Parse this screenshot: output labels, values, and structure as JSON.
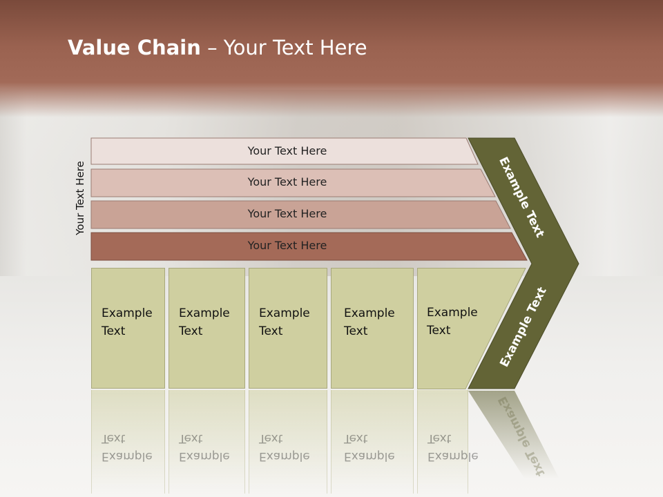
{
  "slide": {
    "title_bold": "Value Chain",
    "title_rest": " – Your Text Here",
    "side_label": "Your Text Here",
    "rows": [
      {
        "label": "Your Text Here",
        "color": "#ece0dc"
      },
      {
        "label": "Your Text Here",
        "color": "#dcbfb6"
      },
      {
        "label": "Your Text Here",
        "color": "#c9a396"
      },
      {
        "label": "Your Text Here",
        "color": "#a46a58"
      }
    ],
    "boxes": [
      {
        "line1": "Example",
        "line2": "Text"
      },
      {
        "line1": "Example",
        "line2": "Text"
      },
      {
        "line1": "Example",
        "line2": "Text"
      },
      {
        "line1": "Example",
        "line2": "Text"
      },
      {
        "line1": "Example",
        "line2": "Text"
      }
    ],
    "chevron_top_label": "Example Text",
    "chevron_bottom_label": "Example Text",
    "chevron_color": "#636436",
    "box_color": "#cfcfa0"
  }
}
